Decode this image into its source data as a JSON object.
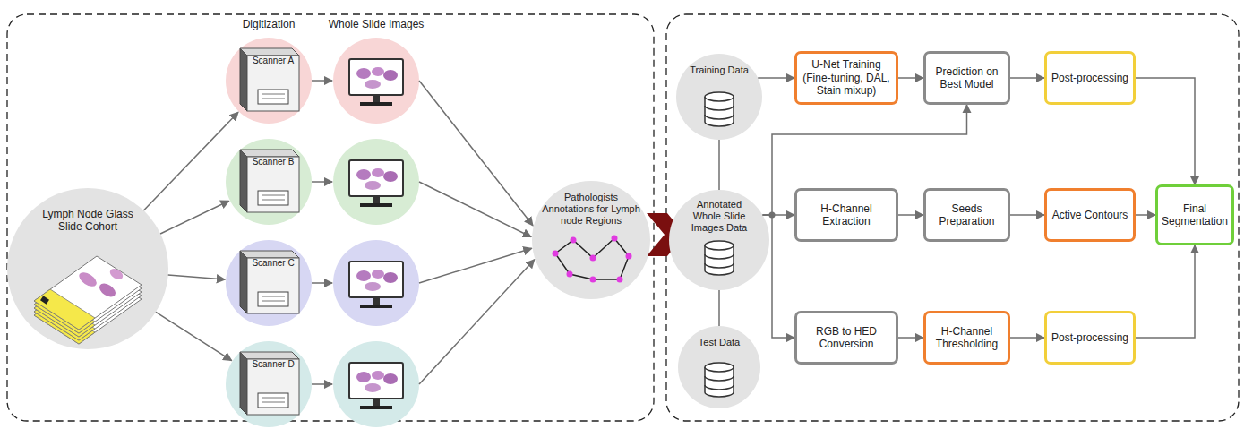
{
  "diagram": {
    "nodes": [
      {
        "text": [
          "Lymph Node Glass Slide Cohort"
        ]
      },
      {
        "text": [
          "Scanner A"
        ]
      },
      {
        "text": [
          "Scanner B"
        ]
      },
      {
        "text": [
          "Scanner C"
        ]
      },
      {
        "text": [
          "Scanner D"
        ]
      },
      {
        "text": [
          "Pathologists Annotations for Lymph node Regions"
        ]
      },
      {
        "text": [
          "Training Data"
        ]
      },
      {
        "text": [
          "Annotated Whole Slide Images Data"
        ]
      },
      {
        "text": [
          "Test Data"
        ]
      },
      {
        "text": [
          "U-Net Training (Fine-tuning, DAL, Stain mixup)"
        ]
      },
      {
        "text": [
          "Prediction on Best Model"
        ]
      },
      {
        "text": [
          "Post-processing"
        ]
      },
      {
        "text": [
          "H-Channel Extraction"
        ]
      },
      {
        "text": [
          "Seeds Preparation"
        ]
      },
      {
        "text": [
          "Active Contours"
        ]
      },
      {
        "text": [
          "Final Segmentation"
        ]
      },
      {
        "text": [
          "RGB to HED Conversion"
        ]
      },
      {
        "text": [
          "H-Channel Thresholding"
        ]
      },
      {
        "text": [
          "Post-processing"
        ]
      }
    ],
    "edges": [
      {
        "from": 0,
        "to": 1,
        "arrow": "to"
      },
      {
        "from": 0,
        "to": 2,
        "arrow": "to"
      },
      {
        "from": 0,
        "to": 3,
        "arrow": "to"
      },
      {
        "from": 0,
        "to": 4,
        "arrow": "to"
      },
      {
        "from": 1,
        "to": 5,
        "arrow": "to"
      },
      {
        "from": 2,
        "to": 5,
        "arrow": "to"
      },
      {
        "from": 3,
        "to": 5,
        "arrow": "to"
      },
      {
        "from": 4,
        "to": 5,
        "arrow": "to"
      },
      {
        "from": 6,
        "to": 9,
        "arrow": "to"
      },
      {
        "from": 9,
        "to": 10,
        "arrow": "to"
      },
      {
        "from": 10,
        "to": 11,
        "arrow": "to"
      },
      {
        "from": 11,
        "to": 15,
        "arrow": "to"
      },
      {
        "from": 6,
        "to": 7,
        "arrow": "none"
      },
      {
        "from": 7,
        "to": 8,
        "arrow": "none"
      },
      {
        "from": 7,
        "to": 12,
        "arrow": "to"
      },
      {
        "from": 12,
        "to": 13,
        "arrow": "to"
      },
      {
        "from": 13,
        "to": 14,
        "arrow": "to"
      },
      {
        "from": 14,
        "to": 15,
        "arrow": "to"
      },
      {
        "from": 7,
        "to": 10,
        "arrow": "to"
      },
      {
        "from": 7,
        "to": 16,
        "arrow": "to"
      },
      {
        "from": 16,
        "to": 17,
        "arrow": "to"
      },
      {
        "from": 17,
        "to": 18,
        "arrow": "to"
      },
      {
        "from": 18,
        "to": 15,
        "arrow": "to"
      }
    ],
    "labels": [
      "Digitization",
      "Whole Slide Images"
    ]
  }
}
